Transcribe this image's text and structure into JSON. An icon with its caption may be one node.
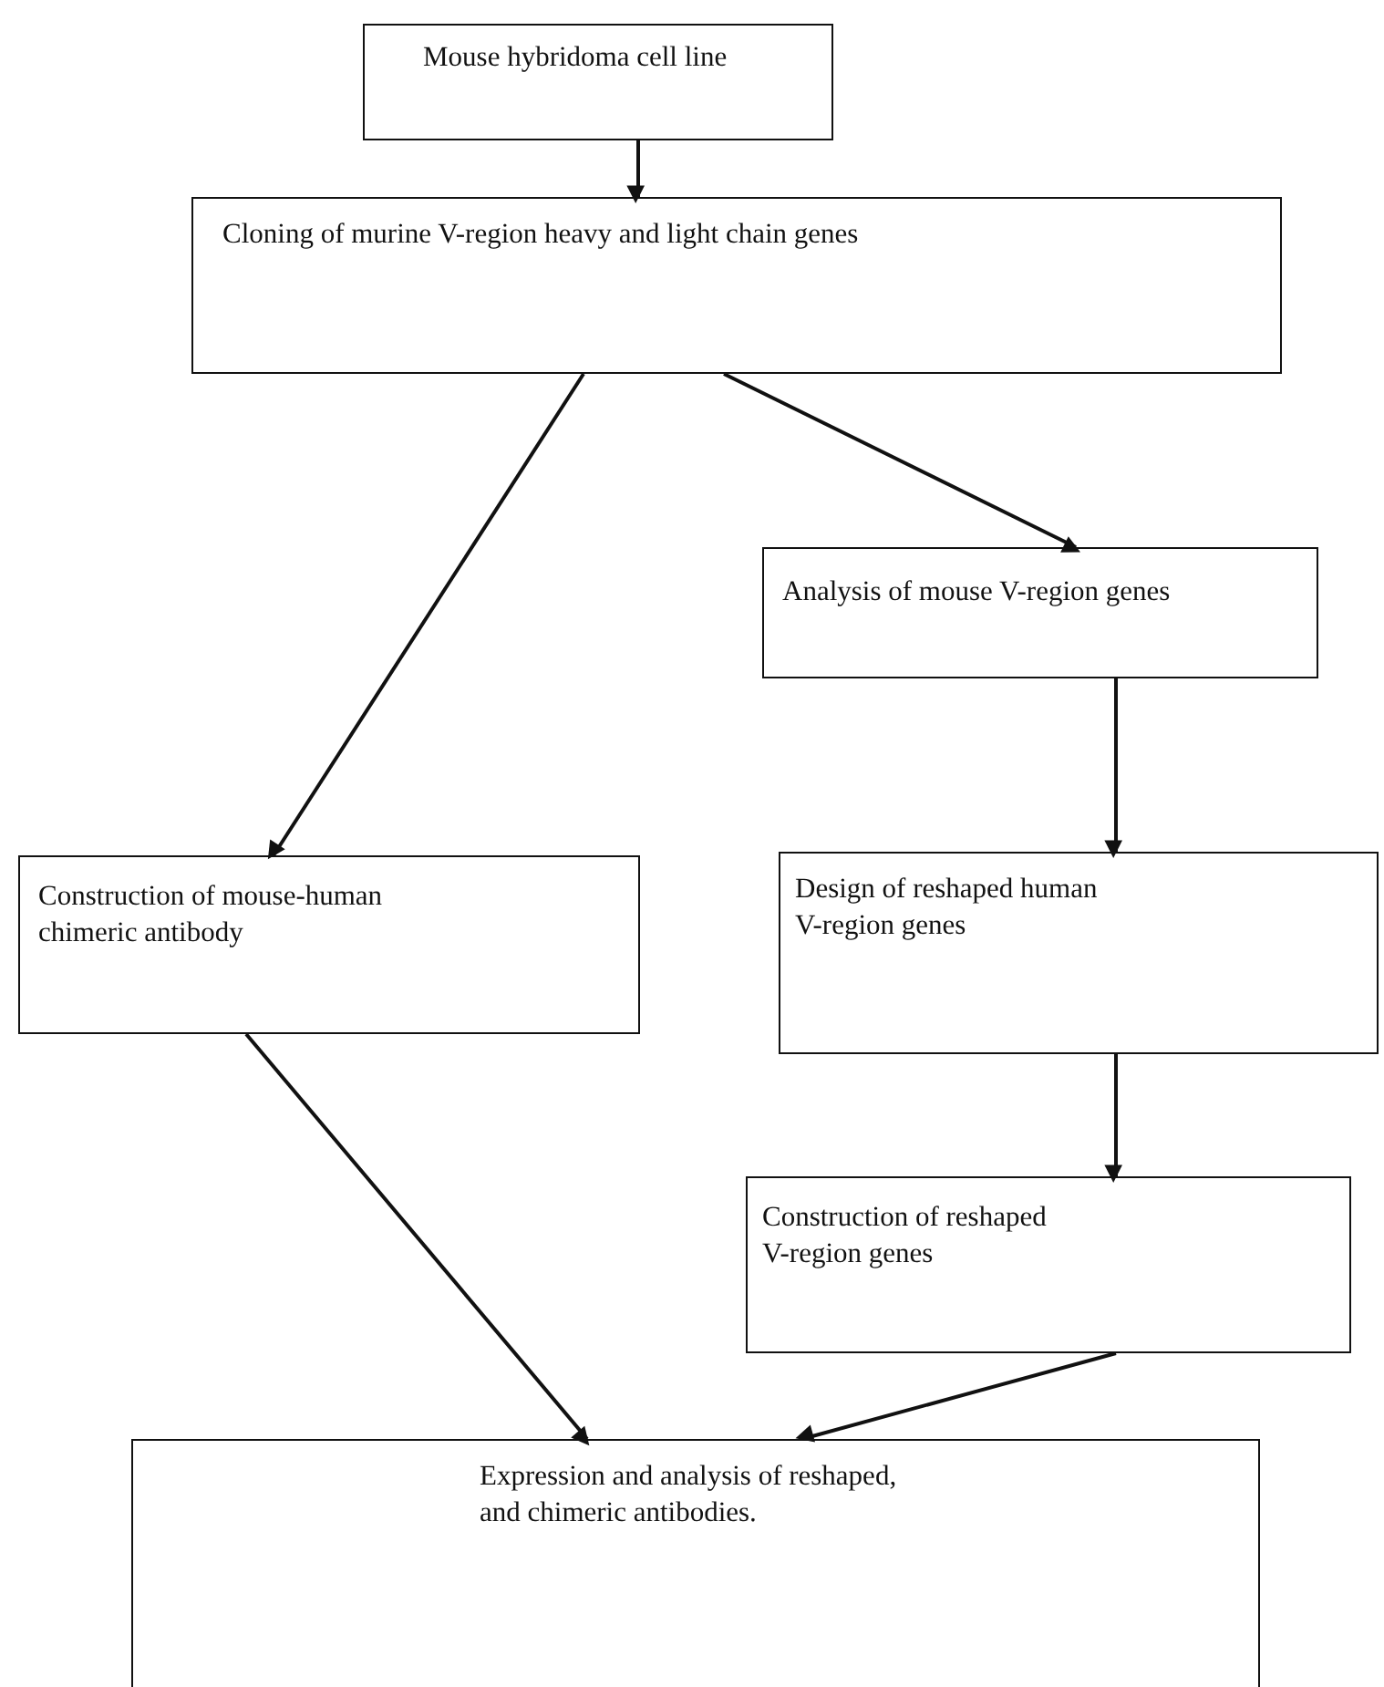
{
  "diagram": {
    "nodes": [
      {
        "text": [
          "Mouse hybridoma cell line"
        ]
      },
      {
        "text": [
          "Cloning of murine V-region heavy and light chain genes"
        ]
      },
      {
        "text": [
          "Analysis of mouse V-region genes"
        ]
      },
      {
        "text": [
          "Construction of mouse-human chimeric antibody"
        ]
      },
      {
        "text": [
          "Design of reshaped human V-region genes"
        ]
      },
      {
        "text": [
          "Construction of reshaped V-region genes"
        ]
      },
      {
        "text": [
          "Expression and analysis of reshaped, and chimeric antibodies."
        ]
      }
    ],
    "edges": [
      {
        "from": 0,
        "to": 1,
        "arrow": "to"
      },
      {
        "from": 1,
        "to": 2,
        "arrow": "to"
      },
      {
        "from": 1,
        "to": 3,
        "arrow": "to"
      },
      {
        "from": 2,
        "to": 4,
        "arrow": "to"
      },
      {
        "from": 4,
        "to": 5,
        "arrow": "to"
      },
      {
        "from": 3,
        "to": 6,
        "arrow": "to"
      },
      {
        "from": 5,
        "to": 6,
        "arrow": "to"
      }
    ]
  }
}
